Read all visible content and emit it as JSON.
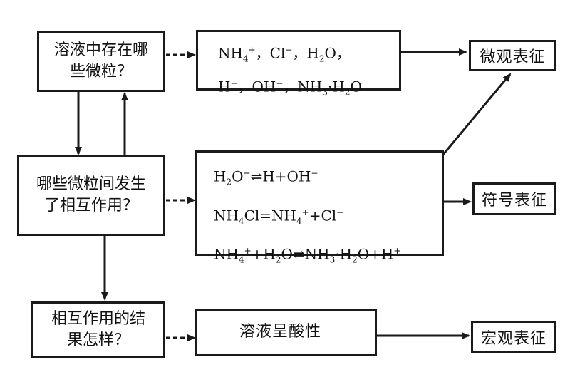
{
  "questions": [
    {
      "line1": "溶液中存在哪",
      "line2": "些微粒？"
    },
    {
      "line1": "哪些微粒间发生",
      "line2": "了相互作用？"
    },
    {
      "line1": "相互作用的结",
      "line2": "果怎样？"
    }
  ],
  "micro": {
    "r1": {
      "a": "NH",
      "a_sub": "4",
      "a_sup": "+",
      "b": "，Cl",
      "b_sup": "−",
      "c": "，H",
      "c_sub": "2",
      "c2": "O，"
    },
    "r2": {
      "a": "H",
      "a_sup": "+",
      "b": "，OH",
      "b_sup": "−",
      "c": "，NH",
      "c_sub": "3",
      "d": "·H",
      "d_sub": "2",
      "d2": "O"
    }
  },
  "symbolic": {
    "eq1": {
      "a": "H",
      "a_sub": "2",
      "b": "O",
      "b_sup": "+",
      "arrow": "⇌",
      "c": "H+OH",
      "c_sup": "−"
    },
    "eq2": {
      "a": "NH",
      "a_sub": "4",
      "b": "Cl=NH",
      "b_sub": "4",
      "b_sup": "+",
      "c": "+Cl",
      "c_sup": "−"
    },
    "eq3": {
      "a": "NH",
      "a_sub": "4",
      "a_sup": "+",
      "b": "+H",
      "b_sub": "2",
      "c": "O",
      "arrow": "⇌",
      "d": "NH",
      "d_sub": "3",
      "e": "·H",
      "e_sub": "2",
      "f": "O+H",
      "f_sup": "+"
    }
  },
  "result": "溶液呈酸性",
  "labels": {
    "micro": "微观表征",
    "symbol": "符号表征",
    "macro": "宏观表征"
  }
}
